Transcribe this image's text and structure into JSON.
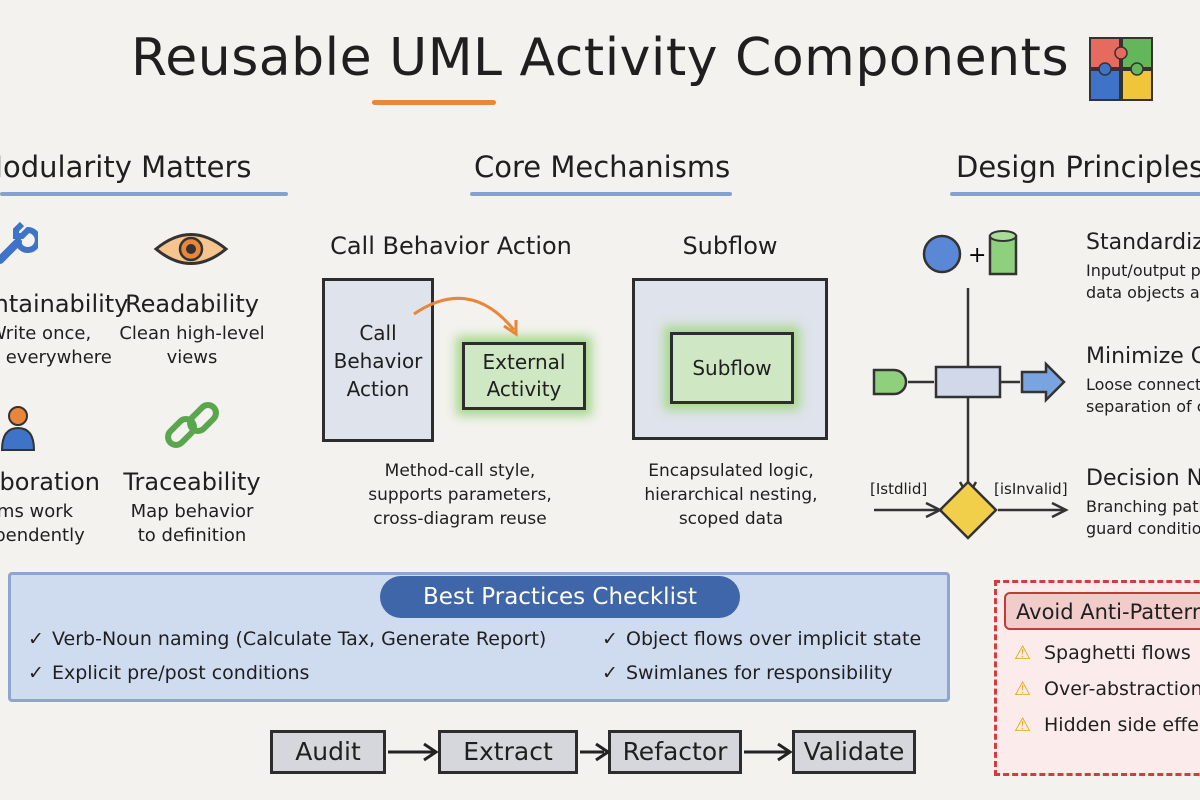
{
  "title": "Reusable UML Activity Components",
  "sections": {
    "left": "Modularity Matters",
    "center": "Core Mechanisms",
    "right": "Design Principles"
  },
  "modularity": {
    "maintainability": {
      "title": "Maintainability",
      "desc": [
        "Write once,",
        "use everywhere"
      ],
      "icon": "wrench-icon"
    },
    "readability": {
      "title": "Readability",
      "desc": [
        "Clean high-level",
        "views"
      ],
      "icon": "eye-icon"
    },
    "collaboration": {
      "title": "Collaboration",
      "desc": [
        "Teams work",
        "independently"
      ],
      "icon": "people-icon"
    },
    "traceability": {
      "title": "Traceability",
      "desc": [
        "Map behavior",
        "to definition"
      ],
      "icon": "chain-link-icon"
    }
  },
  "mechanisms": {
    "call_behavior": {
      "title": "Call Behavior Action",
      "box_label": [
        "Call",
        "Behavior",
        "Action"
      ],
      "target_label": [
        "External",
        "Activity"
      ],
      "desc": [
        "Method-call style,",
        "supports parameters,",
        "cross-diagram reuse"
      ]
    },
    "subflow": {
      "title": "Subflow",
      "box_label": "Subflow",
      "desc": [
        "Encapsulated logic,",
        "hierarchical nesting,",
        "scoped data"
      ]
    }
  },
  "principles": {
    "standardize": {
      "title": "Standardize Interfaces",
      "desc": [
        "Input/output pins,",
        "data objects as contracts"
      ]
    },
    "minimize": {
      "title": "Minimize Coupling",
      "desc": [
        "Loose connections,",
        "separation of concerns"
      ]
    },
    "decision": {
      "title": "Decision Nodes",
      "desc": [
        "Branching paths,",
        "guard conditions"
      ]
    },
    "guard_valid": "[Istdlid]",
    "guard_invalid": "[isInvalid]"
  },
  "checklist": {
    "header": "Best Practices Checklist",
    "items": [
      "Verb-Noun naming (Calculate Tax, Generate Report)",
      "Explicit pre/post conditions",
      "Object flows over implicit state",
      "Swimlanes for responsibility"
    ]
  },
  "anti_patterns": {
    "header": "Avoid Anti-Patterns",
    "items": [
      "Spaghetti flows",
      "Over-abstraction",
      "Hidden side effects"
    ]
  },
  "process": [
    "Audit",
    "Extract",
    "Refactor",
    "Validate"
  ],
  "colors": {
    "accent_blue": "#3e66a8",
    "accent_orange": "#e8873a",
    "green": "#cfe7c2",
    "warning_red": "#d23c3c"
  }
}
